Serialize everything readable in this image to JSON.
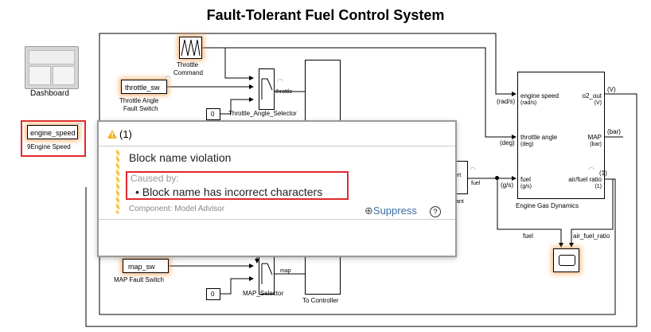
{
  "title": "Fault-Tolerant Fuel Control System",
  "dashboard": {
    "label": "Dashboard"
  },
  "throttle_command": {
    "label_line1": "Throttle",
    "label_line2": "Command"
  },
  "throttle_sw": {
    "name": "throttle_sw",
    "label_line1": "Throttle Angle",
    "label_line2": "Fault Switch"
  },
  "throttle_selector": {
    "name": "Throttle_Angle_Selector",
    "const_value": "0",
    "wire_label": "throttle"
  },
  "engine_speed": {
    "name": "engine_speed",
    "label": "9Engine Speed"
  },
  "map_sw": {
    "name": "map_sw",
    "label": "MAP Fault Switch"
  },
  "map_selector": {
    "name": "MAP_Selector",
    "const_value": "0",
    "wire_label": "map"
  },
  "to_controller": {
    "label": "To Controller"
  },
  "controller_partial": {
    "port_text": "ert",
    "name_text": "ant",
    "wire_label": "fuel"
  },
  "engine_gas": {
    "name": "Engine Gas Dynamics",
    "in_ports": [
      {
        "name": "engine speed",
        "unit": "(rad/s)",
        "ext_unit": "(rad/s)"
      },
      {
        "name": "throttle angle",
        "unit": "(deg)",
        "ext_unit": "(deg)"
      },
      {
        "name": "fuel",
        "unit": "(g/s)",
        "ext_unit": "(g/s)"
      }
    ],
    "out_ports": [
      {
        "name": "o2_out",
        "unit": "(V)",
        "ext_unit": "(V)"
      },
      {
        "name": "MAP",
        "unit": "(bar)",
        "ext_unit": "(bar)"
      },
      {
        "name": "air/fuel ratio",
        "unit": "(1)",
        "ext_unit": "(1)"
      }
    ]
  },
  "scope_wires": {
    "fuel": "fuel",
    "air_fuel_ratio": "air_fuel_ratio"
  },
  "popup": {
    "count": "(1)",
    "heading": "Block name violation",
    "caused_by": "Caused by:",
    "cause": "Block name has incorrect characters",
    "component": "Component:  Model Advisor",
    "suppress": "Suppress",
    "help": "?"
  },
  "colors": {
    "highlight": "#e0282e",
    "glow": "#f5a050",
    "signal_icon": "#6aa8d8",
    "warning": "#f2b01e"
  }
}
